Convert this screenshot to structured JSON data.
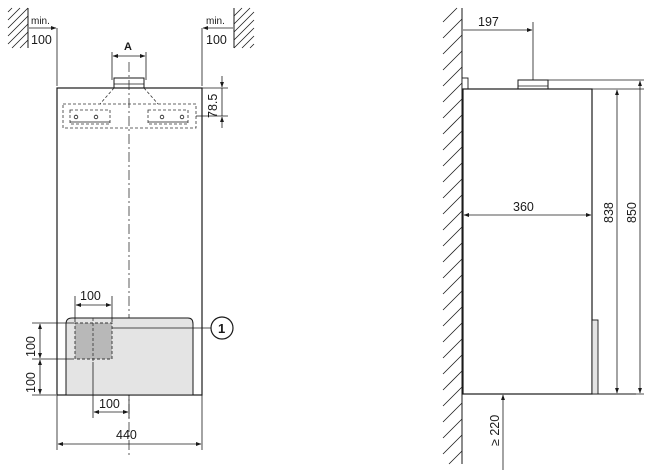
{
  "front_view": {
    "min_label_left": "min.",
    "clearance_left": "100",
    "min_label_right": "min.",
    "clearance_right": "100",
    "flue_label": "A",
    "flue_offset": "78.5",
    "conn_width": "100",
    "conn_height_upper": "100",
    "conn_height_lower": "100",
    "conn_offset": "100",
    "width": "440",
    "callout": "1"
  },
  "side_view": {
    "flue_distance": "197",
    "depth": "360",
    "height_body": "838",
    "height_total": "850",
    "floor_clearance": "≥ 220"
  },
  "colors": {
    "unit_fill": "#ffffff",
    "panel_fill": "#e4e4e4",
    "connection_fill": "#b8b8b8",
    "line": "#1a1a1a"
  }
}
